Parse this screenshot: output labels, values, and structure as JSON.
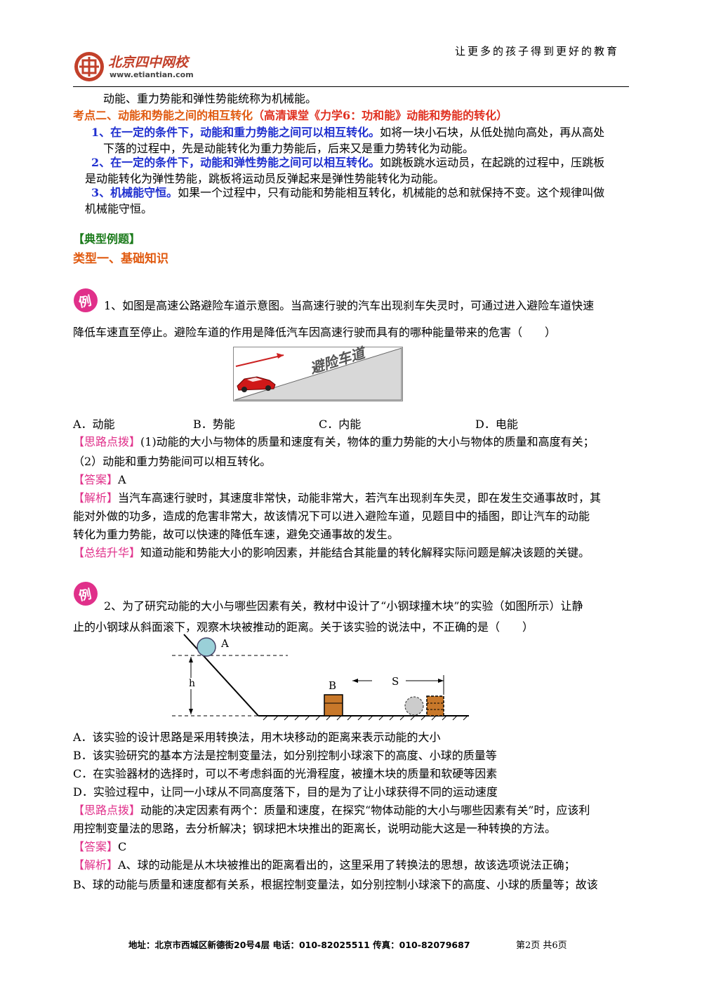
{
  "header": {
    "slogan": "让更多的孩子得到更好的教育",
    "logo_text": "北京四中网校",
    "logo_url": "www.etiantian.com"
  },
  "intro": {
    "line1": "动能、重力势能和弹性势能统称为机械能。"
  },
  "kaodian2": {
    "title": "考点二、动能和势能之间的相互转化",
    "link": "（高清课堂《力学6：功和能》动能和势能的转化）",
    "p1_bold": "1、在一定的条件下，动能和重力势能之间可以相互转化。",
    "p1_text": "如将一块小石块，从低处抛向高处，再从高处",
    "p1_cont": "下落的过程中，先是动能转化为重力势能后，后来又是重力势转化为动能。",
    "p2_bold": "2、在一定的条件下，动能和弹性势能之间可以相互转化。",
    "p2_text": "如跳板跳水运动员，在起跳的过程中，压跳板",
    "p2_cont": "是动能转化为弹性势能，跳板将运动员反弹起来是弹性势能转化为动能。",
    "p3_bold": "3、机械能守恒。",
    "p3_text": "如果一个过程中，只有动能和势能相互转化，机械能的总和就保持不变。这个规律叫做",
    "p3_cont": "机械能守恒。"
  },
  "examples": {
    "section": "【典型例题】",
    "type1": "类型一、基础知识",
    "badge": "例"
  },
  "q1": {
    "stem1": "1、如图是高速公路避险车道示意图。当高速行驶的汽车出现刹车失灵时，可通过进入避险车道快速",
    "stem2": "降低车速直至停止。避险车道的作用是降低汽车因高速行驶而具有的哪种能量带来的危害（　　）",
    "fig_text": "避险车道",
    "options": [
      "A．动能",
      "B．势能",
      "C．内能",
      "D．电能"
    ],
    "hint_label": "【思路点拨】",
    "hint1": "(1)动能的大小与物体的质量和速度有关，物体的重力势能的大小与物体的质量和高度有关；",
    "hint2": "（2）动能和重力势能间可以相互转化。",
    "answer_label": "【答案】",
    "answer": "A",
    "analysis_label": "【解析】",
    "analysis1": "当汽车高速行驶时，其速度非常快，动能非常大，若汽车出现刹车失灵，即在发生交通事故时，其",
    "analysis2": "能对外做的功多，造成的危害非常大，故该情况下可以进入避险车道，见题目中的插图，即让汽车的动能",
    "analysis3": "转化为重力势能，故可以快速的降低车速，避免交通事故的发生。",
    "summary_label": "【总结升华】",
    "summary": "知道动能和势能大小的影响因素，并能结合其能量的转化解释实际问题是解决该题的关键。"
  },
  "q2": {
    "stem1": "2、为了研究动能的大小与哪些因素有关，教材中设计了“小钢球撞木块”的实验（如图所示）让静",
    "stem2": "止的小钢球从斜面滚下，观察木块被推动的距离。关于该实验的说法中，不正确的是（　　）",
    "fig_labels": {
      "a": "A",
      "h": "h",
      "b": "B",
      "s": "S"
    },
    "options": [
      "A．该实验的设计思路是采用转换法，用木块移动的距离来表示动能的大小",
      "B．该实验研究的基本方法是控制变量法，如分别控制小球滚下的高度、小球的质量等",
      "C．在实验器材的选择时，可以不考虑斜面的光滑程度，被撞木块的质量和软硬等因素",
      "D．实验过程中，让同一小球从不同高度落下，目的是为了让小球获得不同的运动速度"
    ],
    "hint_label": "【思路点拨】",
    "hint1": "动能的决定因素有两个：质量和速度，在探究“物体动能的大小与哪些因素有关”时，应该利",
    "hint2": "用控制变量法的思路，去分析解决；钢球把木块推出的距离长，说明动能大这是一种转换的方法。",
    "answer_label": "【答案】",
    "answer": "C",
    "analysis_label": "【解析】",
    "analysis1": "A、球的动能是从木块被推出的距离看出的，这里采用了转换法的思想，故该选项说法正确；",
    "analysis2": "B、球的动能与质量和速度都有关系，根据控制变量法，如分别控制小球滚下的高度、小球的质量等；故该"
  },
  "footer": {
    "address": "地址：北京市西城区新德街20号4层  电话：010-82025511  传真：010-82079687",
    "page": "第2页  共6页"
  }
}
